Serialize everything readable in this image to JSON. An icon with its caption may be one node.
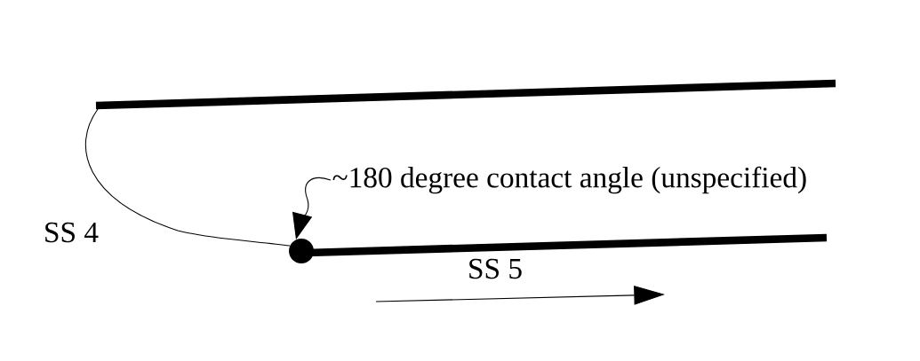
{
  "diagram": {
    "nodes": [
      {
        "text": [
          "~180 degree contact angle (unspecified)"
        ]
      },
      {
        "text": [],
        "shape": "circle"
      }
    ],
    "edges": [
      {
        "from": 0,
        "to": 1,
        "arrow": "to"
      }
    ],
    "labels": [
      "SS 4",
      "SS 5"
    ]
  }
}
